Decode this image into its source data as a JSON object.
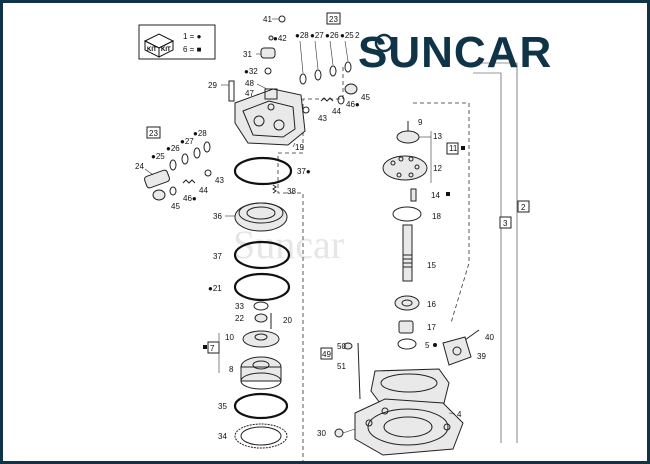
{
  "brand": {
    "name": "SUNCAR",
    "watermark": "Suncar"
  },
  "kit_legend": {
    "line1": "1 = ●",
    "line2": "6 = ■",
    "kit_text": "KIT"
  },
  "labels": {
    "p41": "41",
    "p42": "●42",
    "p23a": "23",
    "p31": "31",
    "p32": "●32",
    "p29": "29",
    "p48": "48",
    "p47": "47",
    "p28a": "●28",
    "p27a": "●27",
    "p26a": "●26",
    "p25a": "●25",
    "p2x": "2",
    "p45a": "45",
    "p46a": "46●",
    "p44a": "44",
    "p43a": "43",
    "p23b": "23",
    "p28b": "●28",
    "p27b": "●27",
    "p26b": "●26",
    "p25b": "●25",
    "p24": "24",
    "p43b": "43",
    "p44b": "44",
    "p46b": "46●",
    "p45b": "45",
    "p19": "19",
    "p37a": "37●",
    "p38": "38",
    "p36": "36",
    "p37b": "37",
    "p21": "●21",
    "p33": "33",
    "p22": "22",
    "p20": "20",
    "p7": "7",
    "p10": "10",
    "p8": "8",
    "p35": "35",
    "p34": "34",
    "p9": "9",
    "p13": "13",
    "p11": "11",
    "p12": "12",
    "p14": "14",
    "p18": "18",
    "p15": "15",
    "p16": "16",
    "p17": "17",
    "p40": "40",
    "p39": "39",
    "p49": "49",
    "p50": "50",
    "p51": "51",
    "p5": "5",
    "p4": "4",
    "p30": "30",
    "p3": "3",
    "p2": "2"
  }
}
